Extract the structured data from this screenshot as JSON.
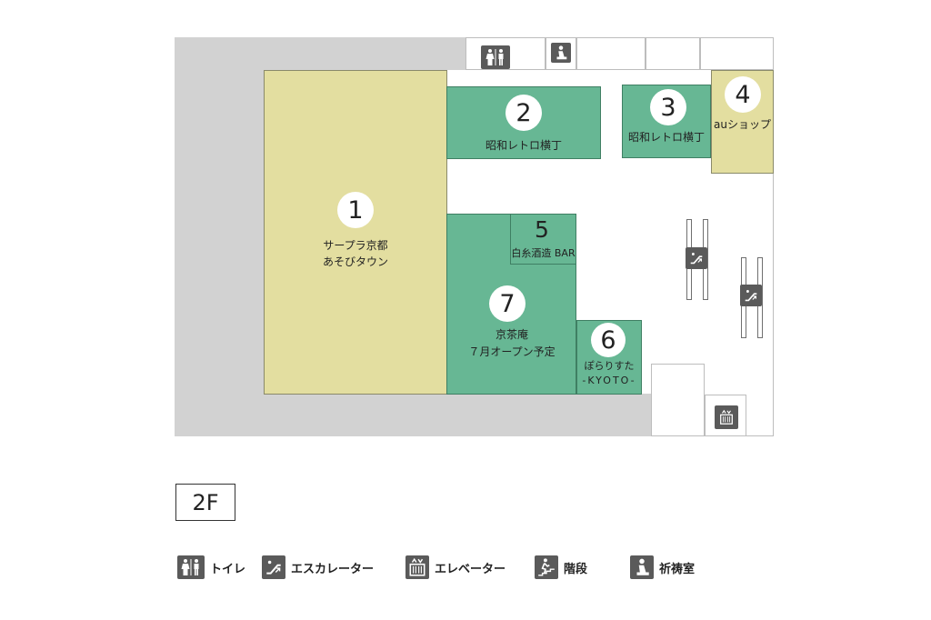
{
  "floor": "2F",
  "stores": [
    {
      "number": "1",
      "name_line1": "サープラ京都",
      "name_line2": "あそびタウン"
    },
    {
      "number": "2",
      "name_line1": "昭和レトロ横丁"
    },
    {
      "number": "3",
      "name_line1": "昭和レトロ横丁"
    },
    {
      "number": "4",
      "name_line1": "auショップ"
    },
    {
      "number": "5",
      "name_line1": "白糸酒造 BAR"
    },
    {
      "number": "6",
      "name_line1": "ぽらりすた",
      "name_line2": "-KYOTO-"
    },
    {
      "number": "7",
      "name_line1": "京茶庵",
      "name_line2": "７月オープン予定"
    }
  ],
  "legend": [
    {
      "icon": "toilet-icon",
      "label": "トイレ"
    },
    {
      "icon": "escalator-icon",
      "label": "エスカレーター"
    },
    {
      "icon": "elevator-icon",
      "label": "エレベーター"
    },
    {
      "icon": "stairs-icon",
      "label": "階段"
    },
    {
      "icon": "prayer-room-icon",
      "label": "祈祷室"
    }
  ],
  "colors": {
    "corridor": "#d2d2d2",
    "tan_store": "#e3dea0",
    "green_store": "#67b794",
    "icon": "#5a5a5a"
  }
}
